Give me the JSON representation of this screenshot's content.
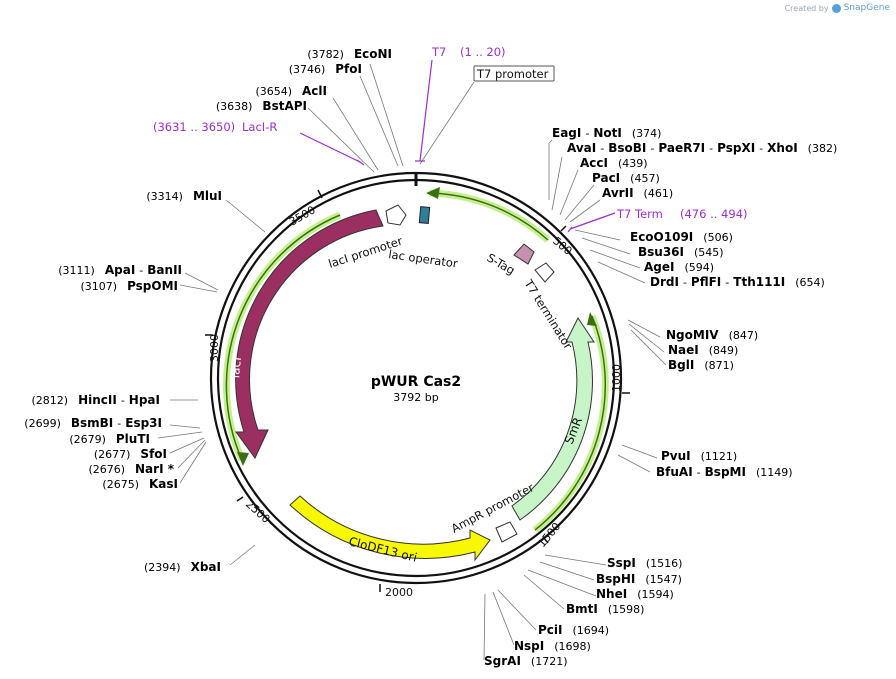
{
  "watermark": {
    "prefix": "Created by",
    "brand": "SnapGene"
  },
  "plasmid": {
    "name": "pWUR Cas2",
    "size_label": "3792 bp",
    "length": 3792
  },
  "ticks": [
    {
      "pos": 500,
      "label": "500"
    },
    {
      "pos": 1000,
      "label": "1000"
    },
    {
      "pos": 1500,
      "label": "1500"
    },
    {
      "pos": 2000,
      "label": "2000"
    },
    {
      "pos": 2500,
      "label": "2500"
    },
    {
      "pos": 3000,
      "label": "3000"
    },
    {
      "pos": 3500,
      "label": "3500"
    }
  ],
  "enzymes_right": [
    {
      "names": [
        "EagI",
        "NotI"
      ],
      "pos": "(374)"
    },
    {
      "names": [
        "AvaI",
        "BsoBI",
        "PaeR7I",
        "PspXI",
        "XhoI"
      ],
      "pos": "(382)"
    },
    {
      "names": [
        "AccI"
      ],
      "pos": "(439)"
    },
    {
      "names": [
        "PacI"
      ],
      "pos": "(457)"
    },
    {
      "names": [
        "AvrII"
      ],
      "pos": "(461)"
    },
    {
      "names": [
        "EcoO109I"
      ],
      "pos": "(506)"
    },
    {
      "names": [
        "Bsu36I"
      ],
      "pos": "(545)"
    },
    {
      "names": [
        "AgeI"
      ],
      "pos": "(594)"
    },
    {
      "names": [
        "DrdI",
        "PflFI",
        "Tth111I"
      ],
      "pos": "(654)"
    },
    {
      "names": [
        "NgoMIV"
      ],
      "pos": "(847)"
    },
    {
      "names": [
        "NaeI"
      ],
      "pos": "(849)"
    },
    {
      "names": [
        "BglI"
      ],
      "pos": "(871)"
    },
    {
      "names": [
        "PvuI"
      ],
      "pos": "(1121)"
    },
    {
      "names": [
        "BfuAI",
        "BspMI"
      ],
      "pos": "(1149)"
    },
    {
      "names": [
        "SspI"
      ],
      "pos": "(1516)"
    },
    {
      "names": [
        "BspHI"
      ],
      "pos": "(1547)"
    },
    {
      "names": [
        "NheI"
      ],
      "pos": "(1594)"
    },
    {
      "names": [
        "BmtI"
      ],
      "pos": "(1598)"
    },
    {
      "names": [
        "PciI"
      ],
      "pos": "(1694)"
    },
    {
      "names": [
        "NspI"
      ],
      "pos": "(1698)"
    },
    {
      "names": [
        "SgrAI"
      ],
      "pos": "(1721)"
    }
  ],
  "enzymes_left": [
    {
      "names": [
        "EcoNI"
      ],
      "pos": "(3782)"
    },
    {
      "names": [
        "PfoI"
      ],
      "pos": "(3746)"
    },
    {
      "names": [
        "AclI"
      ],
      "pos": "(3654)"
    },
    {
      "names": [
        "BstAPI"
      ],
      "pos": "(3638)"
    },
    {
      "names": [
        "MluI"
      ],
      "pos": "(3314)"
    },
    {
      "names": [
        "ApaI",
        "BanII"
      ],
      "pos": "(3111)"
    },
    {
      "names": [
        "PspOMI"
      ],
      "pos": "(3107)"
    },
    {
      "names": [
        "HincII",
        "HpaI"
      ],
      "pos": "(2812)"
    },
    {
      "names": [
        "BsmBI",
        "Esp3I"
      ],
      "pos": "(2699)"
    },
    {
      "names": [
        "PluTI"
      ],
      "pos": "(2679)"
    },
    {
      "names": [
        "SfoI"
      ],
      "pos": "(2677)"
    },
    {
      "names": [
        "NarI *"
      ],
      "pos": "(2676)"
    },
    {
      "names": [
        "KasI"
      ],
      "pos": "(2675)"
    },
    {
      "names": [
        "XbaI"
      ],
      "pos": "(2394)"
    }
  ],
  "primer_labels": {
    "t7": {
      "name": "T7",
      "range": "(1 .. 20)"
    },
    "t7term": {
      "name": "T7 Term",
      "range": "(476 .. 494)"
    },
    "lacir": {
      "name": "LacI-R",
      "range": "(3631 .. 3650)"
    }
  },
  "features": {
    "t7_promoter": "T7 promoter",
    "lac_operator": "lac operator",
    "laci_promoter": "lacI promoter",
    "laci": "lacI",
    "stag": "S-Tag",
    "t7_terminator": "T7 terminator",
    "smr": "SmR",
    "ampr_promoter": "AmpR promoter",
    "clodf13": "CloDF13 ori"
  },
  "colors": {
    "laci": "#9b2f62",
    "smr": "#c8f5c8",
    "clodf13": "#f8f800",
    "lac_operator": "#2f7f9b",
    "stag": "#c890b0",
    "primer": "#9b2fd0",
    "orf_green": "#7ec832"
  }
}
